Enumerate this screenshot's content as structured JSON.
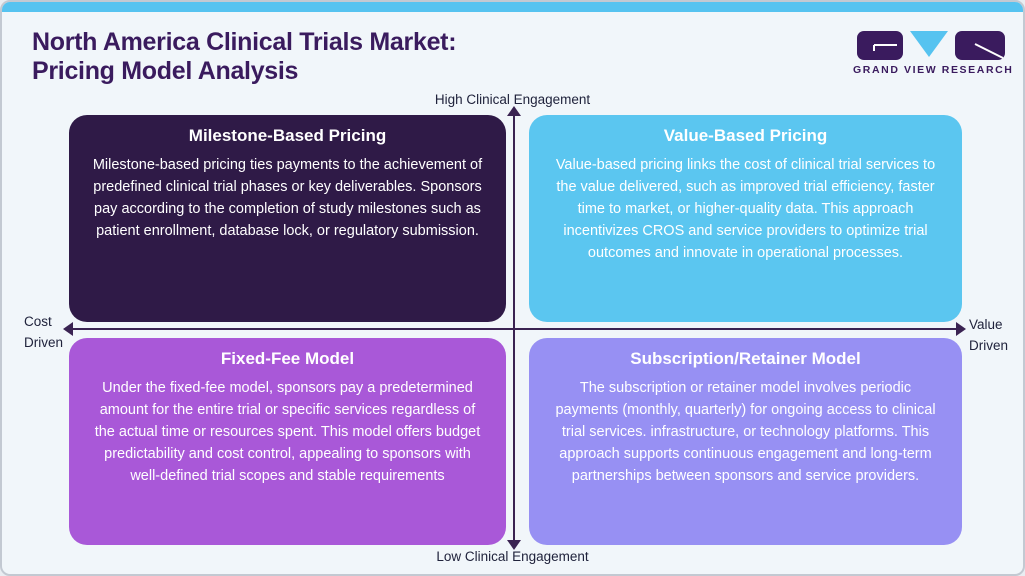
{
  "page": {
    "title_line1": "North America Clinical Trials Market:",
    "title_line2": "Pricing Model Analysis",
    "background_color": "#f1f6fa",
    "top_bar_color": "#56c3f0",
    "title_color": "#3a1b5e"
  },
  "logo": {
    "text": "GRAND VIEW RESEARCH",
    "purple": "#3a1b5e",
    "blue": "#56c3f0"
  },
  "axes": {
    "top_label": "High Clinical Engagement",
    "bottom_label": "Low Clinical Engagement",
    "left_label": "Cost Driven",
    "right_label": "Value Driven",
    "line_color": "#3a2352"
  },
  "quadrants": [
    {
      "position": "top-left",
      "title": "Milestone-Based Pricing",
      "body": "Milestone-based pricing ties payments to the achievement of predefined clinical trial phases or key deliverables. Sponsors pay according to the completion of study milestones such as patient enrollment, database lock, or regulatory submission.",
      "color": "#2f1a47"
    },
    {
      "position": "top-right",
      "title": "Value-Based Pricing",
      "body": "Value-based pricing links the cost of clinical trial services to the value delivered, such as improved trial efficiency, faster time to market, or higher-quality data. This approach incentivizes CROS and service providers to optimize trial outcomes and innovate in operational processes.",
      "color": "#5bc6f0"
    },
    {
      "position": "bottom-left",
      "title": "Fixed-Fee Model",
      "body": "Under the fixed-fee model, sponsors pay a predetermined amount for the entire trial or specific services regardless of the actual time or resources spent. This model offers budget predictability and cost control, appealing to sponsors with well-defined trial scopes and stable requirements",
      "color": "#a958d8"
    },
    {
      "position": "bottom-right",
      "title": "Subscription/Retainer Model",
      "body": "The subscription or retainer model involves periodic payments (monthly, quarterly) for ongoing access to clinical trial services. infrastructure, or technology platforms. This approach supports continuous engagement and long-term partnerships between sponsors and service providers.",
      "color": "#9790f3"
    }
  ]
}
